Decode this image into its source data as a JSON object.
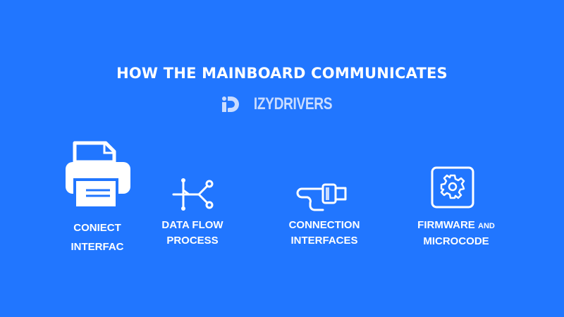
{
  "header": {
    "title": "HOW THE MAINBOARD COMMUNICATES",
    "logo_text": "IZYDRIVERS"
  },
  "features": [
    {
      "icon": "printer-icon",
      "line1": "CONIECT",
      "line2": "INTERFAC"
    },
    {
      "icon": "data-flow-icon",
      "line1": "DATA FLOW",
      "line2": "PROCESS"
    },
    {
      "icon": "cable-connector-icon",
      "line1": "CONNECTION",
      "line2": "INTERFACES"
    },
    {
      "icon": "gear-chip-icon",
      "line1": "FIRMWARE",
      "line1_small": "AND",
      "line2": "MICROCODE"
    }
  ],
  "colors": {
    "background": "#2176ff",
    "logo": "#c9dcff",
    "text": "#ffffff"
  }
}
